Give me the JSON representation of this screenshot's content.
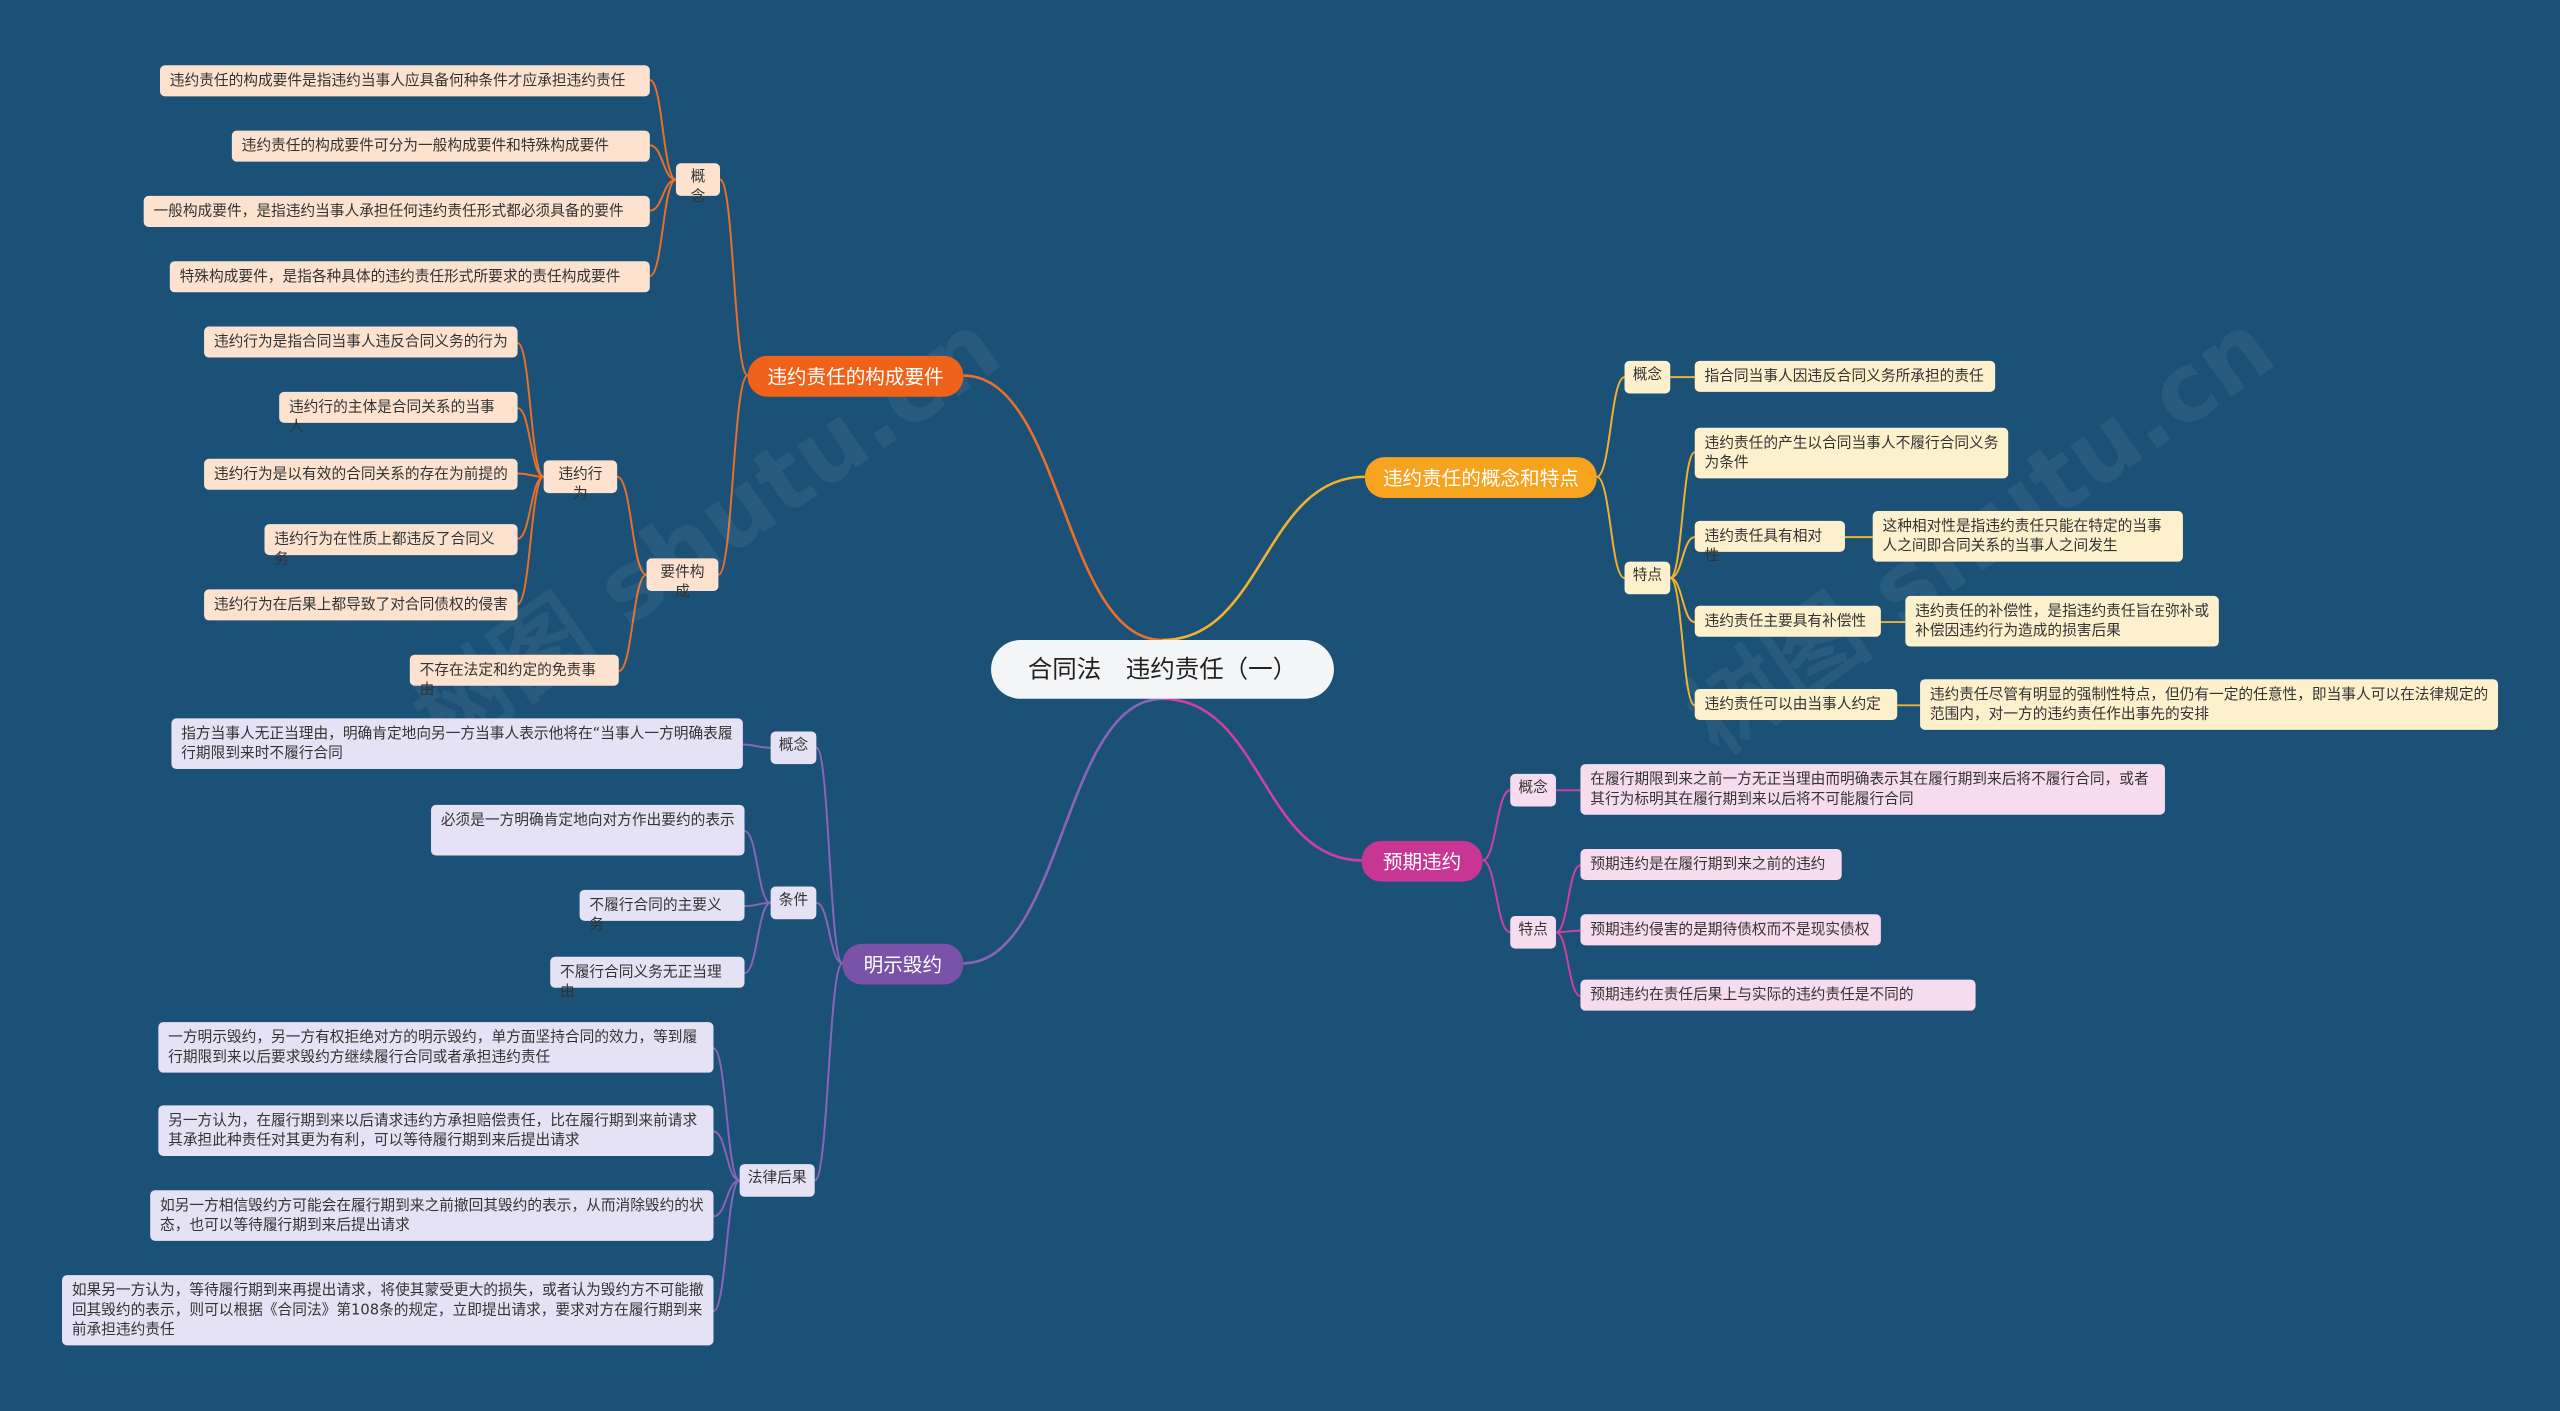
{
  "root": "合同法　违约责任（一）",
  "colors": {
    "background": "#1b5176",
    "orange": "#f0621a",
    "yellow": "#f6a31f",
    "pink": "#c83694",
    "purple": "#7a52a8",
    "link_orange": "#e8702a",
    "link_yellow": "#f2b230",
    "link_pink": "#d040a0",
    "link_purple": "#8a64b8"
  },
  "branches": {
    "composition": {
      "title": "违约责任的构成要件",
      "concept": {
        "label": "概念",
        "items": [
          "违约责任的构成要件是指违约当事人应具备何种条件才应承担违约责任",
          "违约责任的构成要件可分为一般构成要件和特殊构成要件",
          "一般构成要件，是指违约当事人承担任何违约责任形式都必须具备的要件",
          "特殊构成要件，是指各种具体的违约责任形式所要求的责任构成要件"
        ]
      },
      "elements": {
        "label": "要件构成",
        "act": {
          "label": "违约行为",
          "items": [
            "违约行为是指合同当事人违反合同义务的行为",
            "违约行的主体是合同关系的当事人",
            "违约行为是以有效的合同关系的存在为前提的",
            "违约行为在性质上都违反了合同义务",
            "违约行为在后果上都导致了对合同债权的侵害"
          ]
        },
        "exemption": "不存在法定和约定的免责事由"
      }
    },
    "concept_features": {
      "title": "违约责任的概念和特点",
      "concept": {
        "label": "概念",
        "text": "指合同当事人因违反合同义务所承担的责任"
      },
      "features": {
        "label": "特点",
        "f1": "违约责任的产生以合同当事人不履行合同义务为条件",
        "f2": {
          "label": "违约责任具有相对性",
          "desc": "这种相对性是指违约责任只能在特定的当事人之间即合同关系的当事人之间发生"
        },
        "f3": {
          "label": "违约责任主要具有补偿性",
          "desc": "违约责任的补偿性，是指违约责任旨在弥补或补偿因违约行为造成的损害后果"
        },
        "f4": {
          "label": "违约责任可以由当事人约定",
          "desc": "违约责任尽管有明显的强制性特点，但仍有一定的任意性，即当事人可以在法律规定的范围内，对一方的违约责任作出事先的安排"
        }
      }
    },
    "anticipatory": {
      "title": "预期违约",
      "concept": {
        "label": "概念",
        "text": "在履行期限到来之前一方无正当理由而明确表示其在履行期到来后将不履行合同，或者其行为标明其在履行期到来以后将不可能履行合同"
      },
      "features": {
        "label": "特点",
        "items": [
          "预期违约是在履行期到来之前的违约",
          "预期违约侵害的是期待债权而不是现实债权",
          "预期违约在责任后果上与实际的违约责任是不同的"
        ]
      }
    },
    "express": {
      "title": "明示毁约",
      "concept": {
        "label": "概念",
        "text": "指方当事人无正当理由，明确肯定地向另一方当事人表示他将在“当事人一方明确表履行期限到来时不履行合同"
      },
      "conditions": {
        "label": "条件",
        "items": [
          "必须是一方明确肯定地向对方作出要约的表示",
          "不履行合同的主要义务",
          "不履行合同义务无正当理由"
        ]
      },
      "consequences": {
        "label": "法律后果",
        "items": [
          "一方明示毁约，另一方有权拒绝对方的明示毁约，单方面坚持合同的效力，等到履行期限到来以后要求毁约方继续履行合同或者承担违约责任",
          "另一方认为，在履行期到来以后请求违约方承担赔偿责任，比在履行期到来前请求其承担此种责任对其更为有利，可以等待履行期到来后提出请求",
          "如另一方相信毁约方可能会在履行期到来之前撤回其毁约的表示，从而消除毁约的状态，也可以等待履行期到来后提出请求",
          "如果另一方认为，等待履行期到来再提出请求，将使其蒙受更大的损失，或者认为毁约方不可能撤回其毁约的表示，则可以根据《合同法》第108条的规定，立即提出请求，要求对方在履行期到来前承担违约责任"
        ]
      }
    }
  }
}
